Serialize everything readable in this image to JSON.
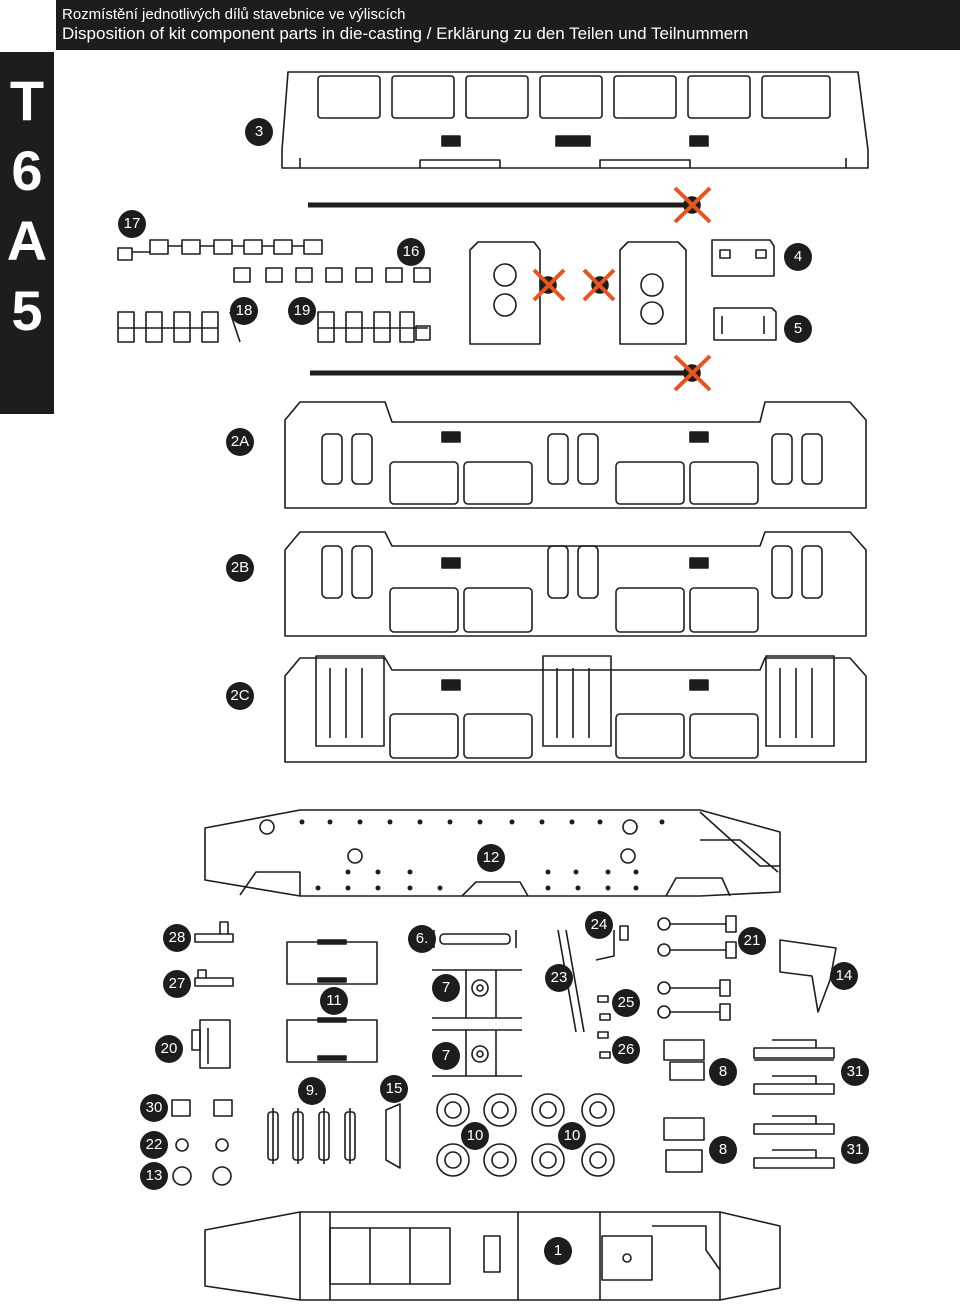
{
  "header": {
    "line1": "Rozmístění jednotlivých dílů stavebnice ve výliscích",
    "line2": "Disposition of kit component parts in die-casting / Erklärung zu den Teilen und Teilnummern"
  },
  "sidebar": {
    "letters": [
      "T",
      "6",
      "A",
      "5"
    ]
  },
  "parts": {
    "p3": "3",
    "p17": "17",
    "p16": "16",
    "p4": "4",
    "p18": "18",
    "p19": "19",
    "p5": "5",
    "p2a": "2A",
    "p2b": "2B",
    "p2c": "2C",
    "p12": "12",
    "p28": "28",
    "p6": "6.",
    "p24": "24",
    "p21": "21",
    "p27": "27",
    "p11": "11",
    "p7a": "7",
    "p23": "23",
    "p25": "25",
    "p14": "14",
    "p20": "20",
    "p7b": "7",
    "p26": "26",
    "p8a": "8",
    "p31a": "31",
    "p9": "9.",
    "p15": "15",
    "p30": "30",
    "p10a": "10",
    "p10b": "10",
    "p22": "22",
    "p8b": "8",
    "p31b": "31",
    "p13": "13",
    "p1": "1"
  },
  "colors": {
    "header_bg": "#1d1d1b",
    "cross": "#e8541e",
    "line": "#1d1d1b"
  }
}
